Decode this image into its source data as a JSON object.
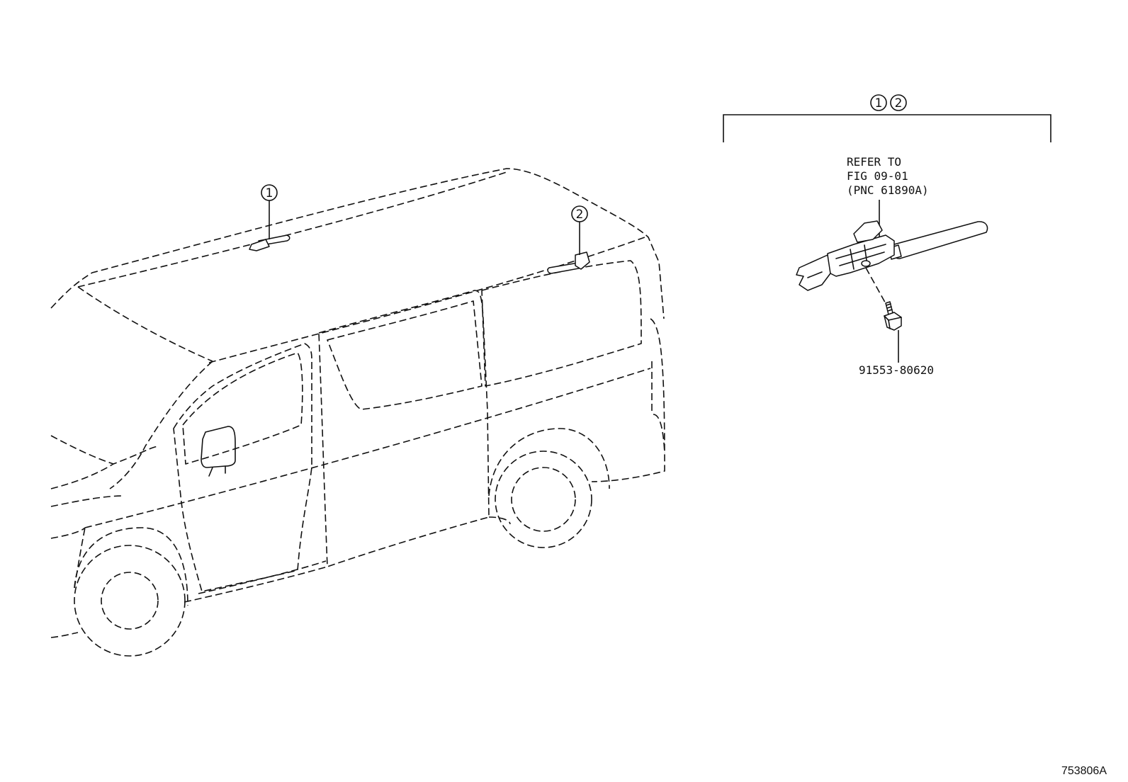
{
  "callouts": {
    "one": "1",
    "two": "2",
    "group_one": "1",
    "group_two": "2"
  },
  "labels": {
    "refer_line1": "REFER TO",
    "refer_line2": "FIG 09-01",
    "refer_line3": "(PNC 61890A)",
    "bolt_part_number": "91553-80620"
  },
  "figure_id": "753806A"
}
